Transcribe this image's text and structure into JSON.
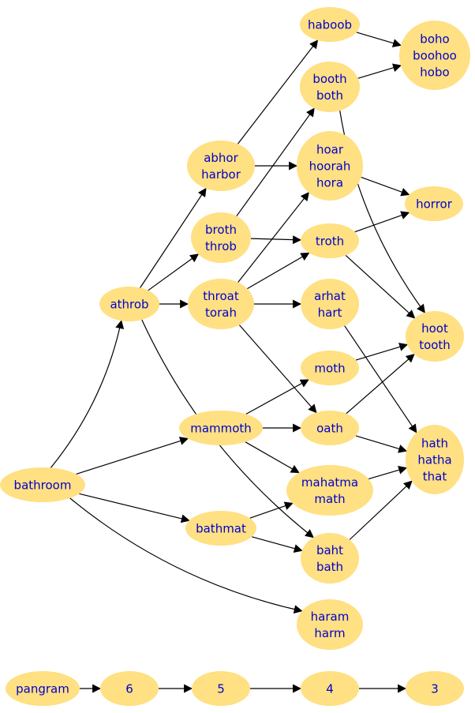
{
  "colors": {
    "node_fill": "#ffe082",
    "node_text": "#0000cc",
    "edge": "#000000",
    "background": "#ffffff"
  },
  "nodes": [
    {
      "id": "haboob",
      "lines": [
        "haboob"
      ]
    },
    {
      "id": "boho",
      "lines": [
        "boho",
        "boohoo",
        "hobo"
      ]
    },
    {
      "id": "booth",
      "lines": [
        "booth",
        "both"
      ]
    },
    {
      "id": "abhor",
      "lines": [
        "abhor",
        "harbor"
      ]
    },
    {
      "id": "hoar",
      "lines": [
        "hoar",
        "hoorah",
        "hora"
      ]
    },
    {
      "id": "horror",
      "lines": [
        "horror"
      ]
    },
    {
      "id": "broth",
      "lines": [
        "broth",
        "throb"
      ]
    },
    {
      "id": "troth",
      "lines": [
        "troth"
      ]
    },
    {
      "id": "athrob",
      "lines": [
        "athrob"
      ]
    },
    {
      "id": "throat",
      "lines": [
        "throat",
        "torah"
      ]
    },
    {
      "id": "arhat",
      "lines": [
        "arhat",
        "hart"
      ]
    },
    {
      "id": "hoot",
      "lines": [
        "hoot",
        "tooth"
      ]
    },
    {
      "id": "moth",
      "lines": [
        "moth"
      ]
    },
    {
      "id": "mammoth",
      "lines": [
        "mammoth"
      ]
    },
    {
      "id": "oath",
      "lines": [
        "oath"
      ]
    },
    {
      "id": "hath",
      "lines": [
        "hath",
        "hatha",
        "that"
      ]
    },
    {
      "id": "bathroom",
      "lines": [
        "bathroom"
      ]
    },
    {
      "id": "mahatma",
      "lines": [
        "mahatma",
        "math"
      ]
    },
    {
      "id": "bathmat",
      "lines": [
        "bathmat"
      ]
    },
    {
      "id": "baht",
      "lines": [
        "baht",
        "bath"
      ]
    },
    {
      "id": "haram",
      "lines": [
        "haram",
        "harm"
      ]
    },
    {
      "id": "pangram",
      "lines": [
        "pangram"
      ]
    },
    {
      "id": "n6",
      "lines": [
        "6"
      ]
    },
    {
      "id": "n5",
      "lines": [
        "5"
      ]
    },
    {
      "id": "n4",
      "lines": [
        "4"
      ]
    },
    {
      "id": "n3",
      "lines": [
        "3"
      ]
    }
  ],
  "edges": [
    [
      "bathroom",
      "athrob"
    ],
    [
      "bathroom",
      "mammoth"
    ],
    [
      "bathroom",
      "bathmat"
    ],
    [
      "bathroom",
      "haram"
    ],
    [
      "athrob",
      "abhor"
    ],
    [
      "athrob",
      "broth"
    ],
    [
      "athrob",
      "throat"
    ],
    [
      "athrob",
      "baht"
    ],
    [
      "abhor",
      "haboob"
    ],
    [
      "abhor",
      "hoar"
    ],
    [
      "haboob",
      "boho"
    ],
    [
      "booth",
      "boho"
    ],
    [
      "booth",
      "hoot"
    ],
    [
      "broth",
      "booth"
    ],
    [
      "broth",
      "troth"
    ],
    [
      "throat",
      "hoar"
    ],
    [
      "throat",
      "troth"
    ],
    [
      "throat",
      "arhat"
    ],
    [
      "throat",
      "oath"
    ],
    [
      "hoar",
      "horror"
    ],
    [
      "troth",
      "horror"
    ],
    [
      "troth",
      "hoot"
    ],
    [
      "arhat",
      "hath"
    ],
    [
      "moth",
      "hoot"
    ],
    [
      "oath",
      "hoot"
    ],
    [
      "oath",
      "hath"
    ],
    [
      "mammoth",
      "moth"
    ],
    [
      "mammoth",
      "oath"
    ],
    [
      "mammoth",
      "mahatma"
    ],
    [
      "mahatma",
      "hath"
    ],
    [
      "bathmat",
      "mahatma"
    ],
    [
      "bathmat",
      "baht"
    ],
    [
      "baht",
      "hath"
    ],
    [
      "pangram",
      "n6"
    ],
    [
      "n6",
      "n5"
    ],
    [
      "n5",
      "n4"
    ],
    [
      "n4",
      "n3"
    ]
  ]
}
